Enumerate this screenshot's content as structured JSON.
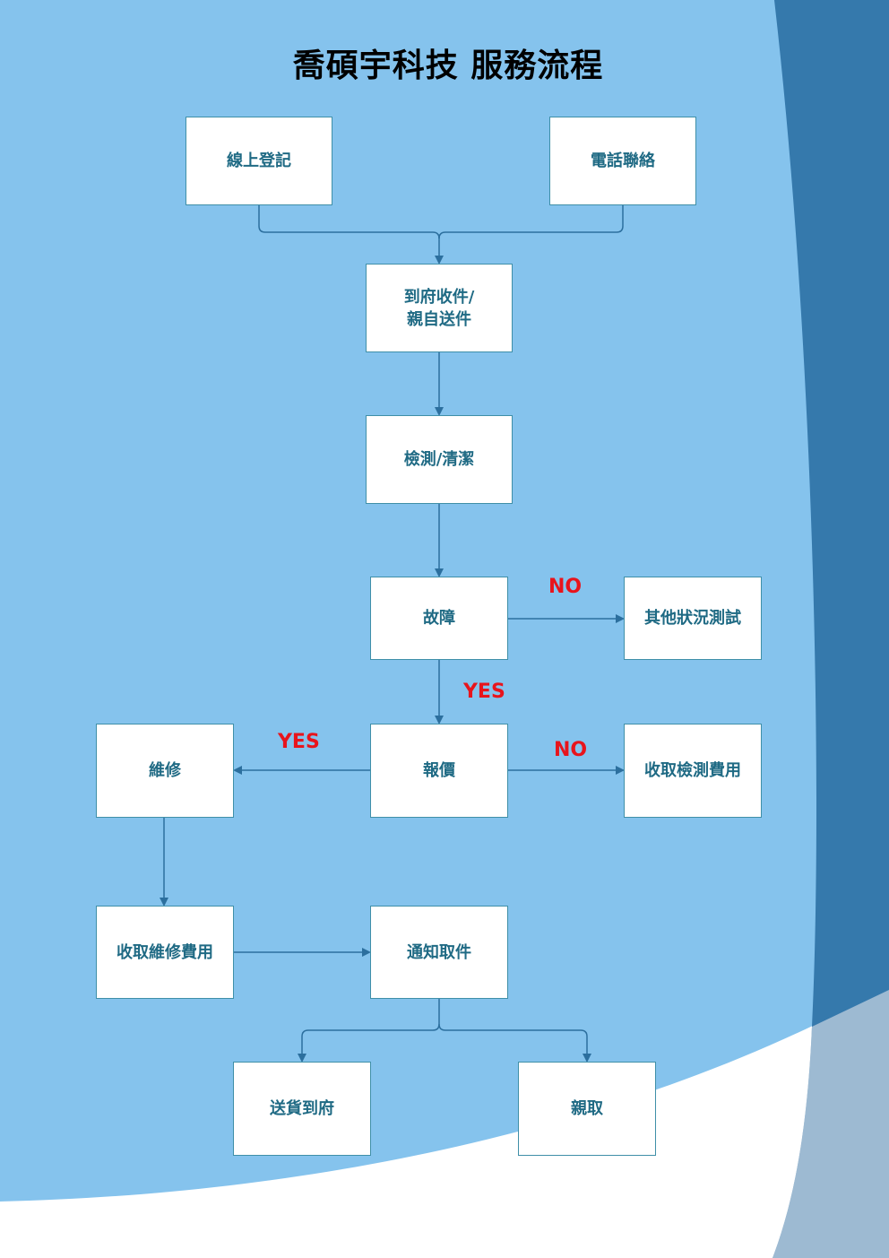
{
  "title": "喬碩宇科技  服務流程",
  "colors": {
    "background_light": "#85c3ed",
    "accent_dark": "#2f78ab",
    "accent_gray": "#9dbad2",
    "node_text": "#1f6a84",
    "node_border": "#3f8fa8",
    "arrow": "#2c6f9e",
    "decision_label": "#e8141c"
  },
  "nodes": {
    "online_register": "線上登記",
    "phone_contact": "電話聯絡",
    "pickup_line1": "到府收件/",
    "pickup_line2": "親自送件",
    "inspect_clean": "檢測/清潔",
    "fault": "故障",
    "other_tests": "其他狀況測試",
    "quote": "報價",
    "repair": "維修",
    "charge_inspection": "收取檢測費用",
    "charge_repair": "收取維修費用",
    "notify_pickup": "通知取件",
    "deliver_home": "送貨到府",
    "self_pickup": "親取"
  },
  "labels": {
    "fault_no": "NO",
    "fault_yes": "YES",
    "quote_yes": "YES",
    "quote_no": "NO"
  }
}
